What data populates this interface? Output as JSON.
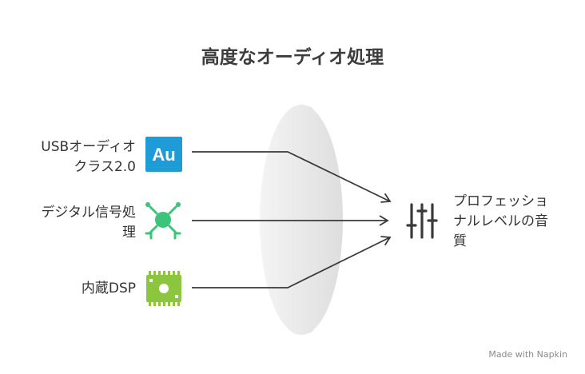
{
  "title": "高度なオーディオ処理",
  "inputs": [
    {
      "label_line1": "USBオーディオ",
      "label_line2": "クラス2.0",
      "icon": "audition-au-icon",
      "icon_text": "Au",
      "color": "#1f9bd7"
    },
    {
      "label_line1": "デジタル信号処",
      "label_line2": "理",
      "icon": "network-node-icon",
      "color": "#3cc47c"
    },
    {
      "label_line1": "内蔵DSP",
      "label_line2": "",
      "icon": "chip-icon",
      "color": "#8cc63e"
    }
  ],
  "output": {
    "label_line1": "プロフェッショ",
    "label_line2": "ナルレベルの音",
    "label_line3": "質",
    "icon": "equalizer-sliders-icon",
    "color": "#3a3a3a"
  },
  "watermark": "Made with Napkin"
}
